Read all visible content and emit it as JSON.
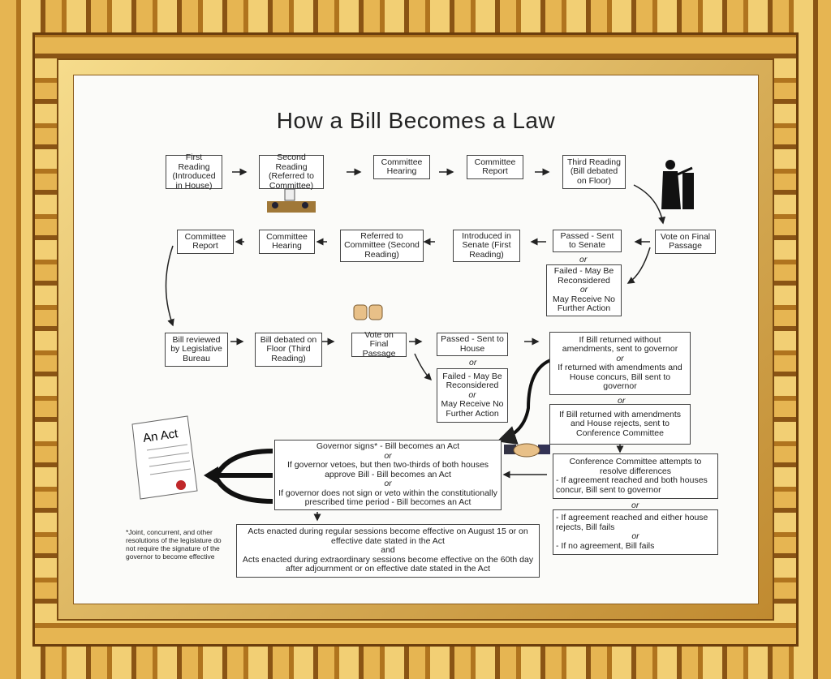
{
  "title": "How a Bill Becomes a Law",
  "or": "or",
  "and": "and",
  "row1": [
    "First Reading (Introduced in House)",
    "Second Reading (Referred to Committee)",
    "Committee Hearing",
    "Committee Report",
    "Third Reading (Bill debated on Floor)"
  ],
  "row2": [
    "Vote on Final Passage",
    "Passed - Sent to Senate",
    "Introduced in Senate (First Reading)",
    "Referred to Committee (Second Reading)",
    "Committee Hearing",
    "Committee Report"
  ],
  "failed1": {
    "a": "Failed - May Be Reconsidered",
    "b": "May Receive No Further Action"
  },
  "row3": [
    "Bill reviewed by Legislative Bureau",
    "Bill debated on Floor (Third Reading)",
    "Vote on Final Passage",
    "Passed - Sent to House"
  ],
  "failed2": {
    "a": "Failed - May Be Reconsidered",
    "b": "May Receive No Further Action"
  },
  "returned": {
    "a": "If Bill returned without amendments, sent to governor",
    "b": "If returned with amendments and House concurs, Bill sent to governor"
  },
  "rejected": "If Bill returned with amendments and House rejects, sent to Conference Committee",
  "conference": {
    "title": "Conference Committee attempts to resolve differences",
    "a": "- If agreement reached and both houses concur, Bill sent to governor",
    "b": "- If agreement reached and either house rejects, Bill fails",
    "c": "- If no agreement, Bill fails"
  },
  "governor": {
    "a": "Governor signs* - Bill becomes an Act",
    "b": "If governor vetoes, but then two-thirds of both houses approve Bill - Bill becomes an Act",
    "c": "If governor does not sign or veto within the constitutionally prescribed time period - Bill becomes an Act"
  },
  "effective": {
    "a": "Acts enacted during regular sessions become effective on August 15 or on effective date stated in the Act",
    "b": "Acts enacted during extraordinary sessions become effective on the 60th day after adjournment or on effective date stated in the Act"
  },
  "footnote": "*Joint, concurrent, and other resolutions of the legislature do not require the signature of the governor to become effective",
  "act_doc": "An Act",
  "colors": {
    "gold": "#e6b552",
    "dark_gold": "#8a5414",
    "seal": "#c0282a"
  }
}
